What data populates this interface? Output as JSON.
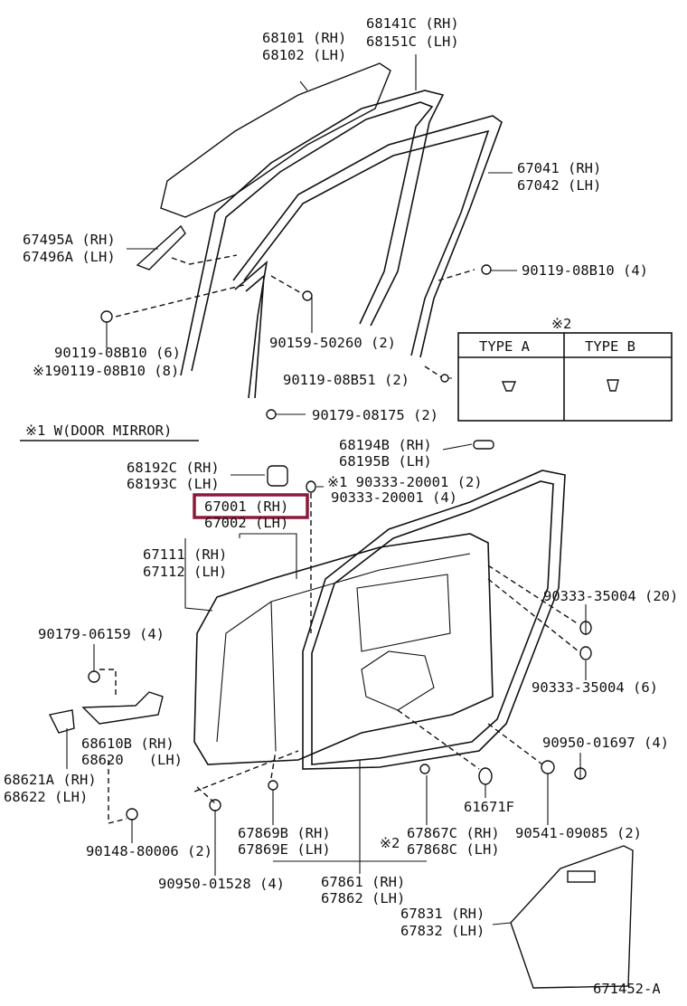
{
  "labels": {
    "glass": [
      "68101 (RH)",
      "68102 (LH)"
    ],
    "run_channel": [
      "68141C (RH)",
      "68151C (LH)"
    ],
    "frame_molding": [
      "67041 (RH)",
      "67042 (LH)"
    ],
    "corner_cover": [
      "67495A (RH)",
      "67496A (LH)"
    ],
    "bolt_4": "90119-08B10 (4)",
    "bolt_50260": "90159-50260 (2)",
    "bolt_6": "90119-08B10 (6)",
    "bolt_8": "※190119-08B10 (8)",
    "bolt_08b51": "90119-08B51 (2)",
    "bolt_08175": "90179-08175 (2)",
    "door_mirror_note": "※1 W(DOOR MIRROR)",
    "stopper_top": [
      "68194B (RH)",
      "68195B (LH)"
    ],
    "stopper_side": [
      "68192C (RH)",
      "68193C (LH)"
    ],
    "plug_2": "※1 90333-20001 (2)",
    "plug_4": "90333-20001 (4)",
    "door_panel": [
      "67001 (RH)",
      "67002 (LH)"
    ],
    "outer_panel": [
      "67111 (RH)",
      "67112 (LH)"
    ],
    "plug_20": "90333-35004 (20)",
    "nut_06159": "90179-06159 (4)",
    "plug_6": "90333-35004 (6)",
    "plug_01697": "90950-01697 (4)",
    "check": [
      "68610B (RH)",
      "68620   (LH)"
    ],
    "check_cover": [
      "68621A (RH)",
      "68622 (LH)"
    ],
    "hole_plug": "61671F",
    "bolt_80006": "90148-80006 (2)",
    "clip_b": [
      "67869B (RH)",
      "67869E (LH)"
    ],
    "clip_note": "※2",
    "clip_c": [
      "67867C (RH)",
      "67868C (LH)"
    ],
    "plug_09085": "90541-09085 (2)",
    "plug_01528": "90950-01528 (4)",
    "weatherstrip": [
      "67861 (RH)",
      "67862 (LH)"
    ],
    "service_cover": [
      "67831 (RH)",
      "67832 (LH)"
    ],
    "diagram_id": "671452-A"
  },
  "type_table": {
    "note": "※2",
    "headers": [
      "TYPE A",
      "TYPE B"
    ]
  },
  "highlight": {
    "label": "67001 (RH)",
    "color": "#8b1a3a"
  }
}
